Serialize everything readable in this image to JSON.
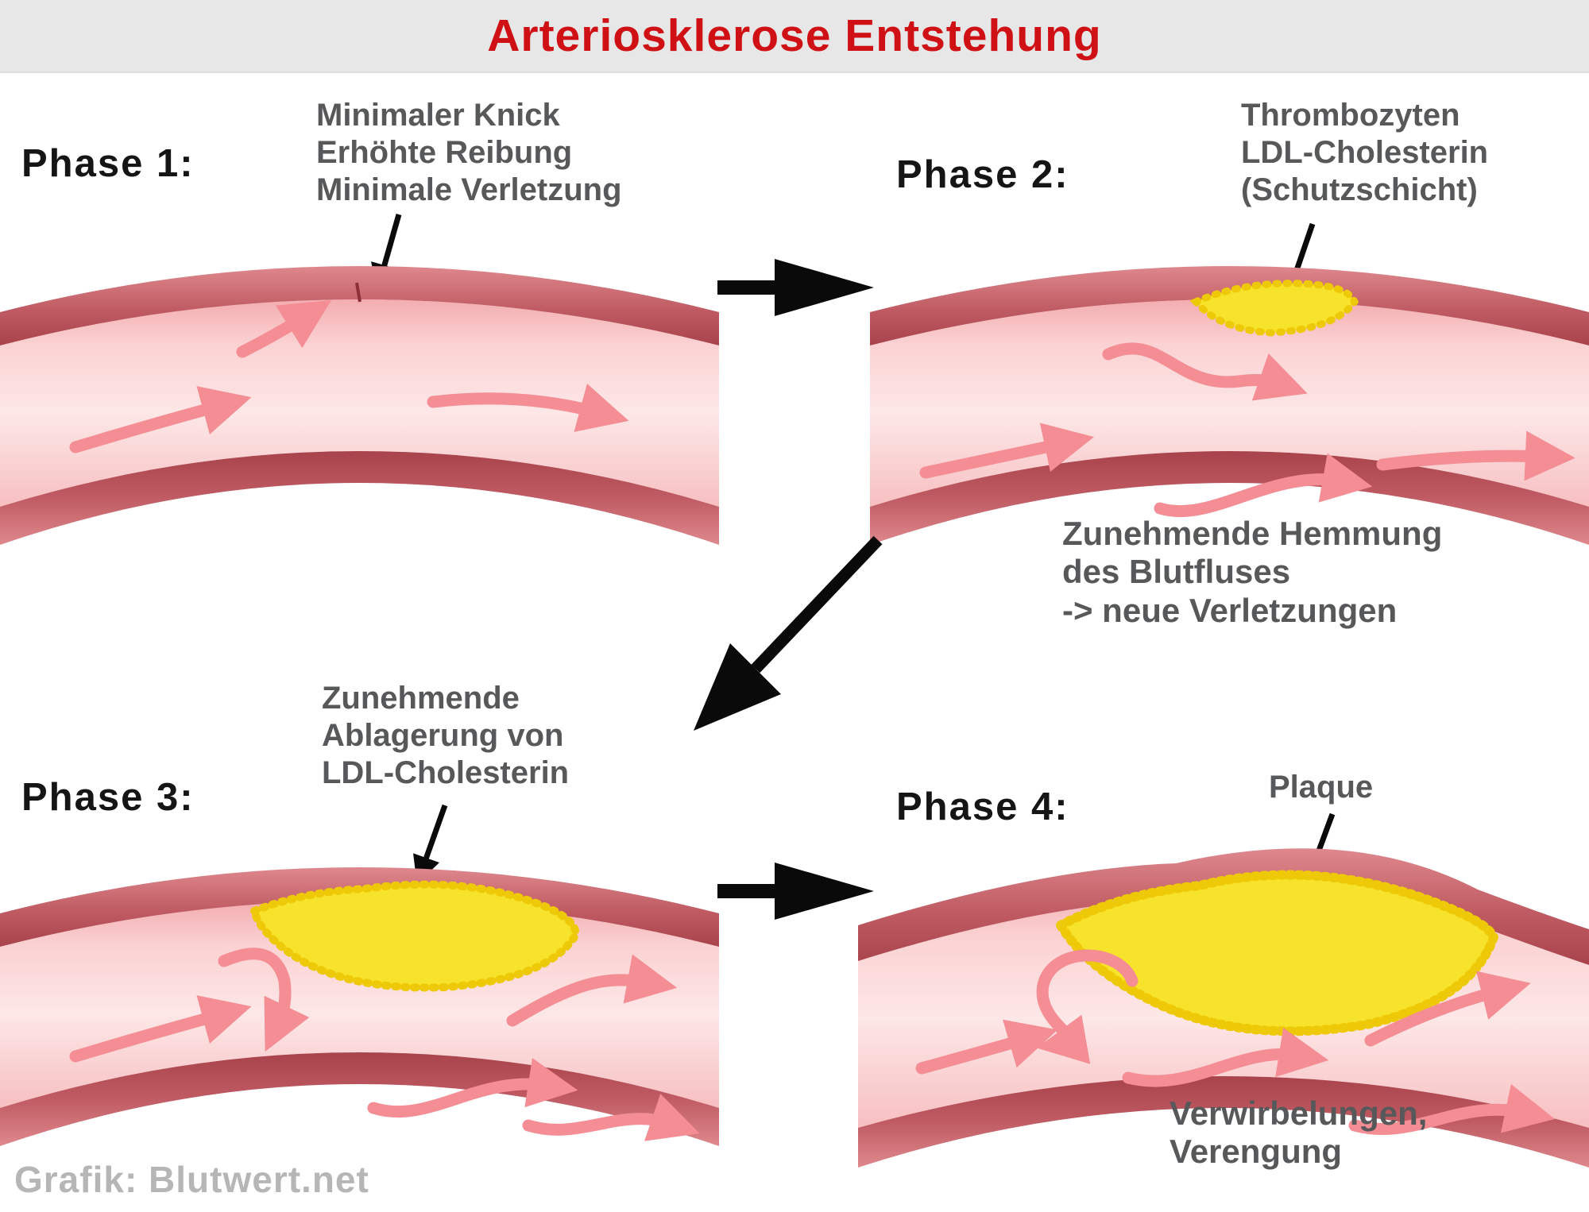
{
  "header": {
    "title": "Arteriosklerose Entstehung"
  },
  "phases": [
    {
      "label": "Phase 1:",
      "annotation": "Minimaler Knick\nErhöhte Reibung\nMinimale Verletzung"
    },
    {
      "label": "Phase 2:",
      "annotation": "Thrombozyten\nLDL-Cholesterin\n(Schutzschicht)"
    },
    {
      "label": "Phase 3:",
      "annotation": "Zunehmende\nAblagerung von\nLDL-Cholesterin"
    },
    {
      "label": "Phase 4:",
      "annotation": "Plaque"
    }
  ],
  "notes": {
    "after_phase2": "Zunehmende Hemmung\ndes Blutfluses\n-> neue Verletzungen",
    "after_phase4": "Verwirbelungen,\nVerengung"
  },
  "credit": "Grafik: Blutwert.net",
  "colors": {
    "title_red": "#cf1115",
    "header_bg": "#e7e7e7",
    "phase_label_black": "#151515",
    "annotation_gray": "#57585a",
    "artery_wall_red": "#c05b63",
    "lumen_pink": "#fbd5d6",
    "flow_arrow_pink": "#f48d94",
    "deposit_yellow": "#f7e32b",
    "transition_arrow_black": "#0a0a0a",
    "credit_gray": "#b6b6b6"
  }
}
